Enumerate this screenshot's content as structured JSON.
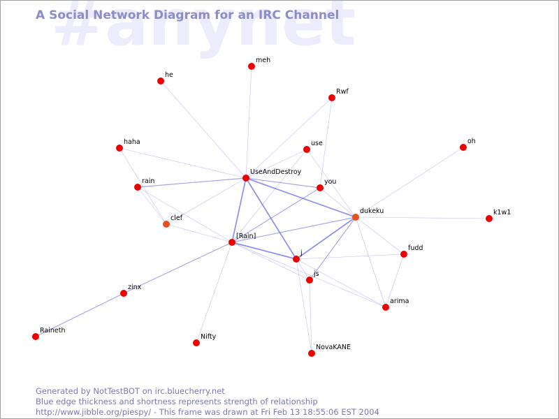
{
  "watermark": "#anynet",
  "title": "A Social Network Diagram for an IRC Channel",
  "footer": {
    "line1": "Generated by NotTestBOT on irc.bluecherry.net",
    "line2": "Blue edge thickness and shortness represents strength of relationship",
    "line3": "http://www.jibble.org/piespy/ - This frame was drawn at Fri Feb 13 18:55:06 EST 2004"
  },
  "colors": {
    "node": "#ee0000",
    "node_highlight": "#e85020",
    "edge": "#7070e8",
    "label": "#000000"
  },
  "nodes": [
    {
      "id": "meh",
      "label": "meh"
    },
    {
      "id": "he",
      "label": "he"
    },
    {
      "id": "rwf",
      "label": "Rwf"
    },
    {
      "id": "haha",
      "label": "haha"
    },
    {
      "id": "use",
      "label": "use"
    },
    {
      "id": "oh",
      "label": "oh"
    },
    {
      "id": "useanddestroy",
      "label": "UseAndDestroy"
    },
    {
      "id": "rain",
      "label": "rain"
    },
    {
      "id": "you",
      "label": "you"
    },
    {
      "id": "dukeku",
      "label": "dukeku"
    },
    {
      "id": "k1w1",
      "label": "k1w1"
    },
    {
      "id": "clef",
      "label": "clef"
    },
    {
      "id": "irain",
      "label": "[Rain]"
    },
    {
      "id": "fudd",
      "label": "fudd"
    },
    {
      "id": "j",
      "label": "j"
    },
    {
      "id": "js",
      "label": "js"
    },
    {
      "id": "zinx",
      "label": "zinx"
    },
    {
      "id": "arima",
      "label": "arima"
    },
    {
      "id": "raineth",
      "label": "Raineth"
    },
    {
      "id": "nifty",
      "label": "Nifty"
    },
    {
      "id": "novakane",
      "label": "NovaKANE"
    }
  ],
  "edges": [
    {
      "source": "meh",
      "target": "useanddestroy",
      "strength": 1
    },
    {
      "source": "he",
      "target": "useanddestroy",
      "strength": 1
    },
    {
      "source": "rwf",
      "target": "useanddestroy",
      "strength": 1
    },
    {
      "source": "rwf",
      "target": "you",
      "strength": 1
    },
    {
      "source": "haha",
      "target": "useanddestroy",
      "strength": 1
    },
    {
      "source": "haha",
      "target": "clef",
      "strength": 1
    },
    {
      "source": "use",
      "target": "useanddestroy",
      "strength": 1
    },
    {
      "source": "use",
      "target": "dukeku",
      "strength": 1
    },
    {
      "source": "use",
      "target": "irain",
      "strength": 1
    },
    {
      "source": "oh",
      "target": "dukeku",
      "strength": 1
    },
    {
      "source": "useanddestroy",
      "target": "rain",
      "strength": 1.5
    },
    {
      "source": "useanddestroy",
      "target": "clef",
      "strength": 1
    },
    {
      "source": "useanddestroy",
      "target": "you",
      "strength": 1.5
    },
    {
      "source": "useanddestroy",
      "target": "dukeku",
      "strength": 2
    },
    {
      "source": "useanddestroy",
      "target": "irain",
      "strength": 2
    },
    {
      "source": "useanddestroy",
      "target": "j",
      "strength": 2
    },
    {
      "source": "rain",
      "target": "clef",
      "strength": 1
    },
    {
      "source": "rain",
      "target": "irain",
      "strength": 1
    },
    {
      "source": "you",
      "target": "dukeku",
      "strength": 1
    },
    {
      "source": "you",
      "target": "irain",
      "strength": 1.5
    },
    {
      "source": "dukeku",
      "target": "irain",
      "strength": 1.5
    },
    {
      "source": "dukeku",
      "target": "j",
      "strength": 2
    },
    {
      "source": "dukeku",
      "target": "js",
      "strength": 1.5
    },
    {
      "source": "dukeku",
      "target": "k1w1",
      "strength": 1
    },
    {
      "source": "dukeku",
      "target": "fudd",
      "strength": 1
    },
    {
      "source": "dukeku",
      "target": "arima",
      "strength": 1
    },
    {
      "source": "clef",
      "target": "irain",
      "strength": 1
    },
    {
      "source": "irain",
      "target": "j",
      "strength": 2
    },
    {
      "source": "irain",
      "target": "js",
      "strength": 1
    },
    {
      "source": "irain",
      "target": "zinx",
      "strength": 1.5
    },
    {
      "source": "irain",
      "target": "nifty",
      "strength": 1
    },
    {
      "source": "irain",
      "target": "arima",
      "strength": 1
    },
    {
      "source": "j",
      "target": "js",
      "strength": 1
    },
    {
      "source": "j",
      "target": "fudd",
      "strength": 1
    },
    {
      "source": "j",
      "target": "arima",
      "strength": 1
    },
    {
      "source": "j",
      "target": "novakane",
      "strength": 1
    },
    {
      "source": "js",
      "target": "novakane",
      "strength": 1
    },
    {
      "source": "fudd",
      "target": "arima",
      "strength": 1
    },
    {
      "source": "zinx",
      "target": "raineth",
      "strength": 1.5
    }
  ]
}
